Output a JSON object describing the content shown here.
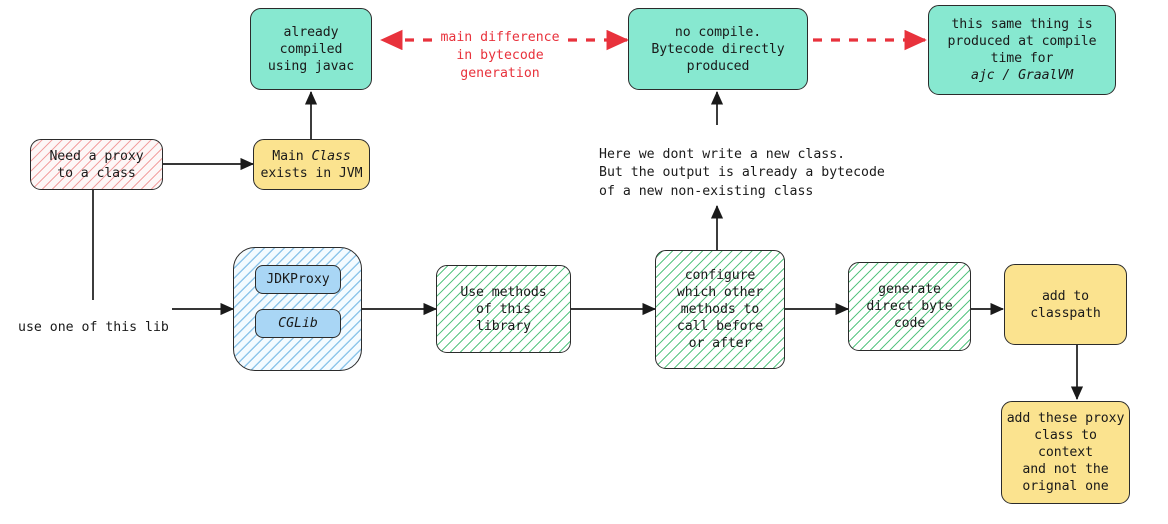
{
  "diagram": {
    "title": "Java proxy / bytecode generation flow",
    "background": "#ffffff",
    "colors": {
      "green": "#87e8d0",
      "yellow": "#fbe38f",
      "blue": "#a9d6f5",
      "red_accent": "#e8323c",
      "stroke": "#2b2b2b",
      "hatch_green": "#59c583",
      "hatch_pink": "#f2a2a2",
      "hatch_blue": "#8fc6ea"
    },
    "nodes": {
      "need_proxy": "Need a proxy\nto a class",
      "main_class_pre": "Main ",
      "main_class_ital": "Class",
      "main_class_post": "\nexists in JVM",
      "already_compiled": "already\ncompiled\nusing javac",
      "no_compile": "no compile.\nBytecode directly\nproduced",
      "same_thing_pre": "this same thing is\nproduced at compile\ntime for\n",
      "same_thing_ital": "ajc / GraalVM",
      "jdk_proxy": "JDKProxy",
      "cglib": "CGLib",
      "use_methods": "Use methods\nof this\nlibrary",
      "configure": "configure\nwhich other\nmethods to\ncall before\nor after",
      "generate_byte": "generate\ndirect byte\ncode",
      "add_classpath": "add to\nclasspath",
      "add_proxy_context": "add these proxy\nclass to context\nand not the\norignal one"
    },
    "labels": {
      "use_one_of_lib": "use one of this lib",
      "main_difference": "main difference\nin bytecode\ngeneration",
      "here_we_dont": "Here we dont write a new class.\nBut the output is already a bytecode\nof a new non-existing class"
    }
  }
}
